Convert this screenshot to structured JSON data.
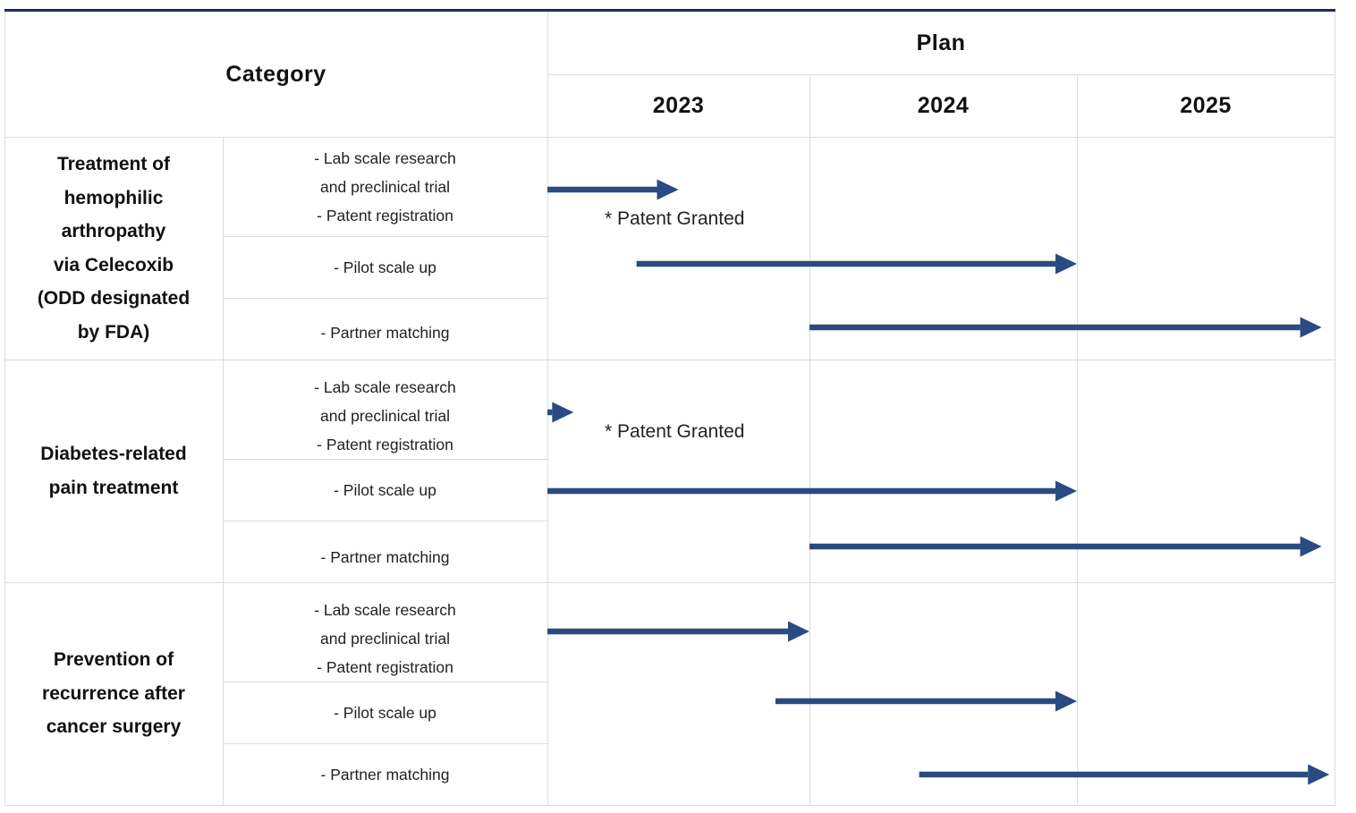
{
  "header": {
    "category": "Category",
    "plan": "Plan",
    "years": [
      "2023",
      "2024",
      "2025"
    ]
  },
  "colors": {
    "arrow": "#2a4a82",
    "grid": "#dcdcdc",
    "top_rule": "#1f2a5c"
  },
  "rows": [
    {
      "category": "Treatment of\nhemophilic\narthropathy\nvia Celecoxib\n(ODD designated\nby FDA)",
      "tasks": [
        {
          "label": "- Lab scale research\n and preclinical trial\n- Patent registration",
          "note": "* Patent Granted",
          "start": 2023.0,
          "end": 2023.5
        },
        {
          "label": "- Pilot scale up",
          "start": 2023.34,
          "end": 2025.0
        },
        {
          "label": "- Partner matching",
          "start": 2024.0,
          "end": 2025.95
        }
      ]
    },
    {
      "category": "Diabetes-related\npain treatment",
      "tasks": [
        {
          "label": "- Lab scale research\n and preclinical trial\n- Patent registration",
          "note": "* Patent Granted",
          "start": 2023.0,
          "end": 2023.1
        },
        {
          "label": "- Pilot scale up",
          "start": 2023.0,
          "end": 2025.0
        },
        {
          "label": "- Partner matching",
          "start": 2024.0,
          "end": 2025.95
        }
      ]
    },
    {
      "category": "Prevention of\nrecurrence after\ncancer surgery",
      "tasks": [
        {
          "label": "- Lab scale research\n and preclinical trial\n- Patent registration",
          "start": 2023.0,
          "end": 2024.0
        },
        {
          "label": "- Pilot scale up",
          "start": 2023.87,
          "end": 2025.0
        },
        {
          "label": "- Partner matching",
          "start": 2024.41,
          "end": 2025.98
        }
      ]
    }
  ]
}
